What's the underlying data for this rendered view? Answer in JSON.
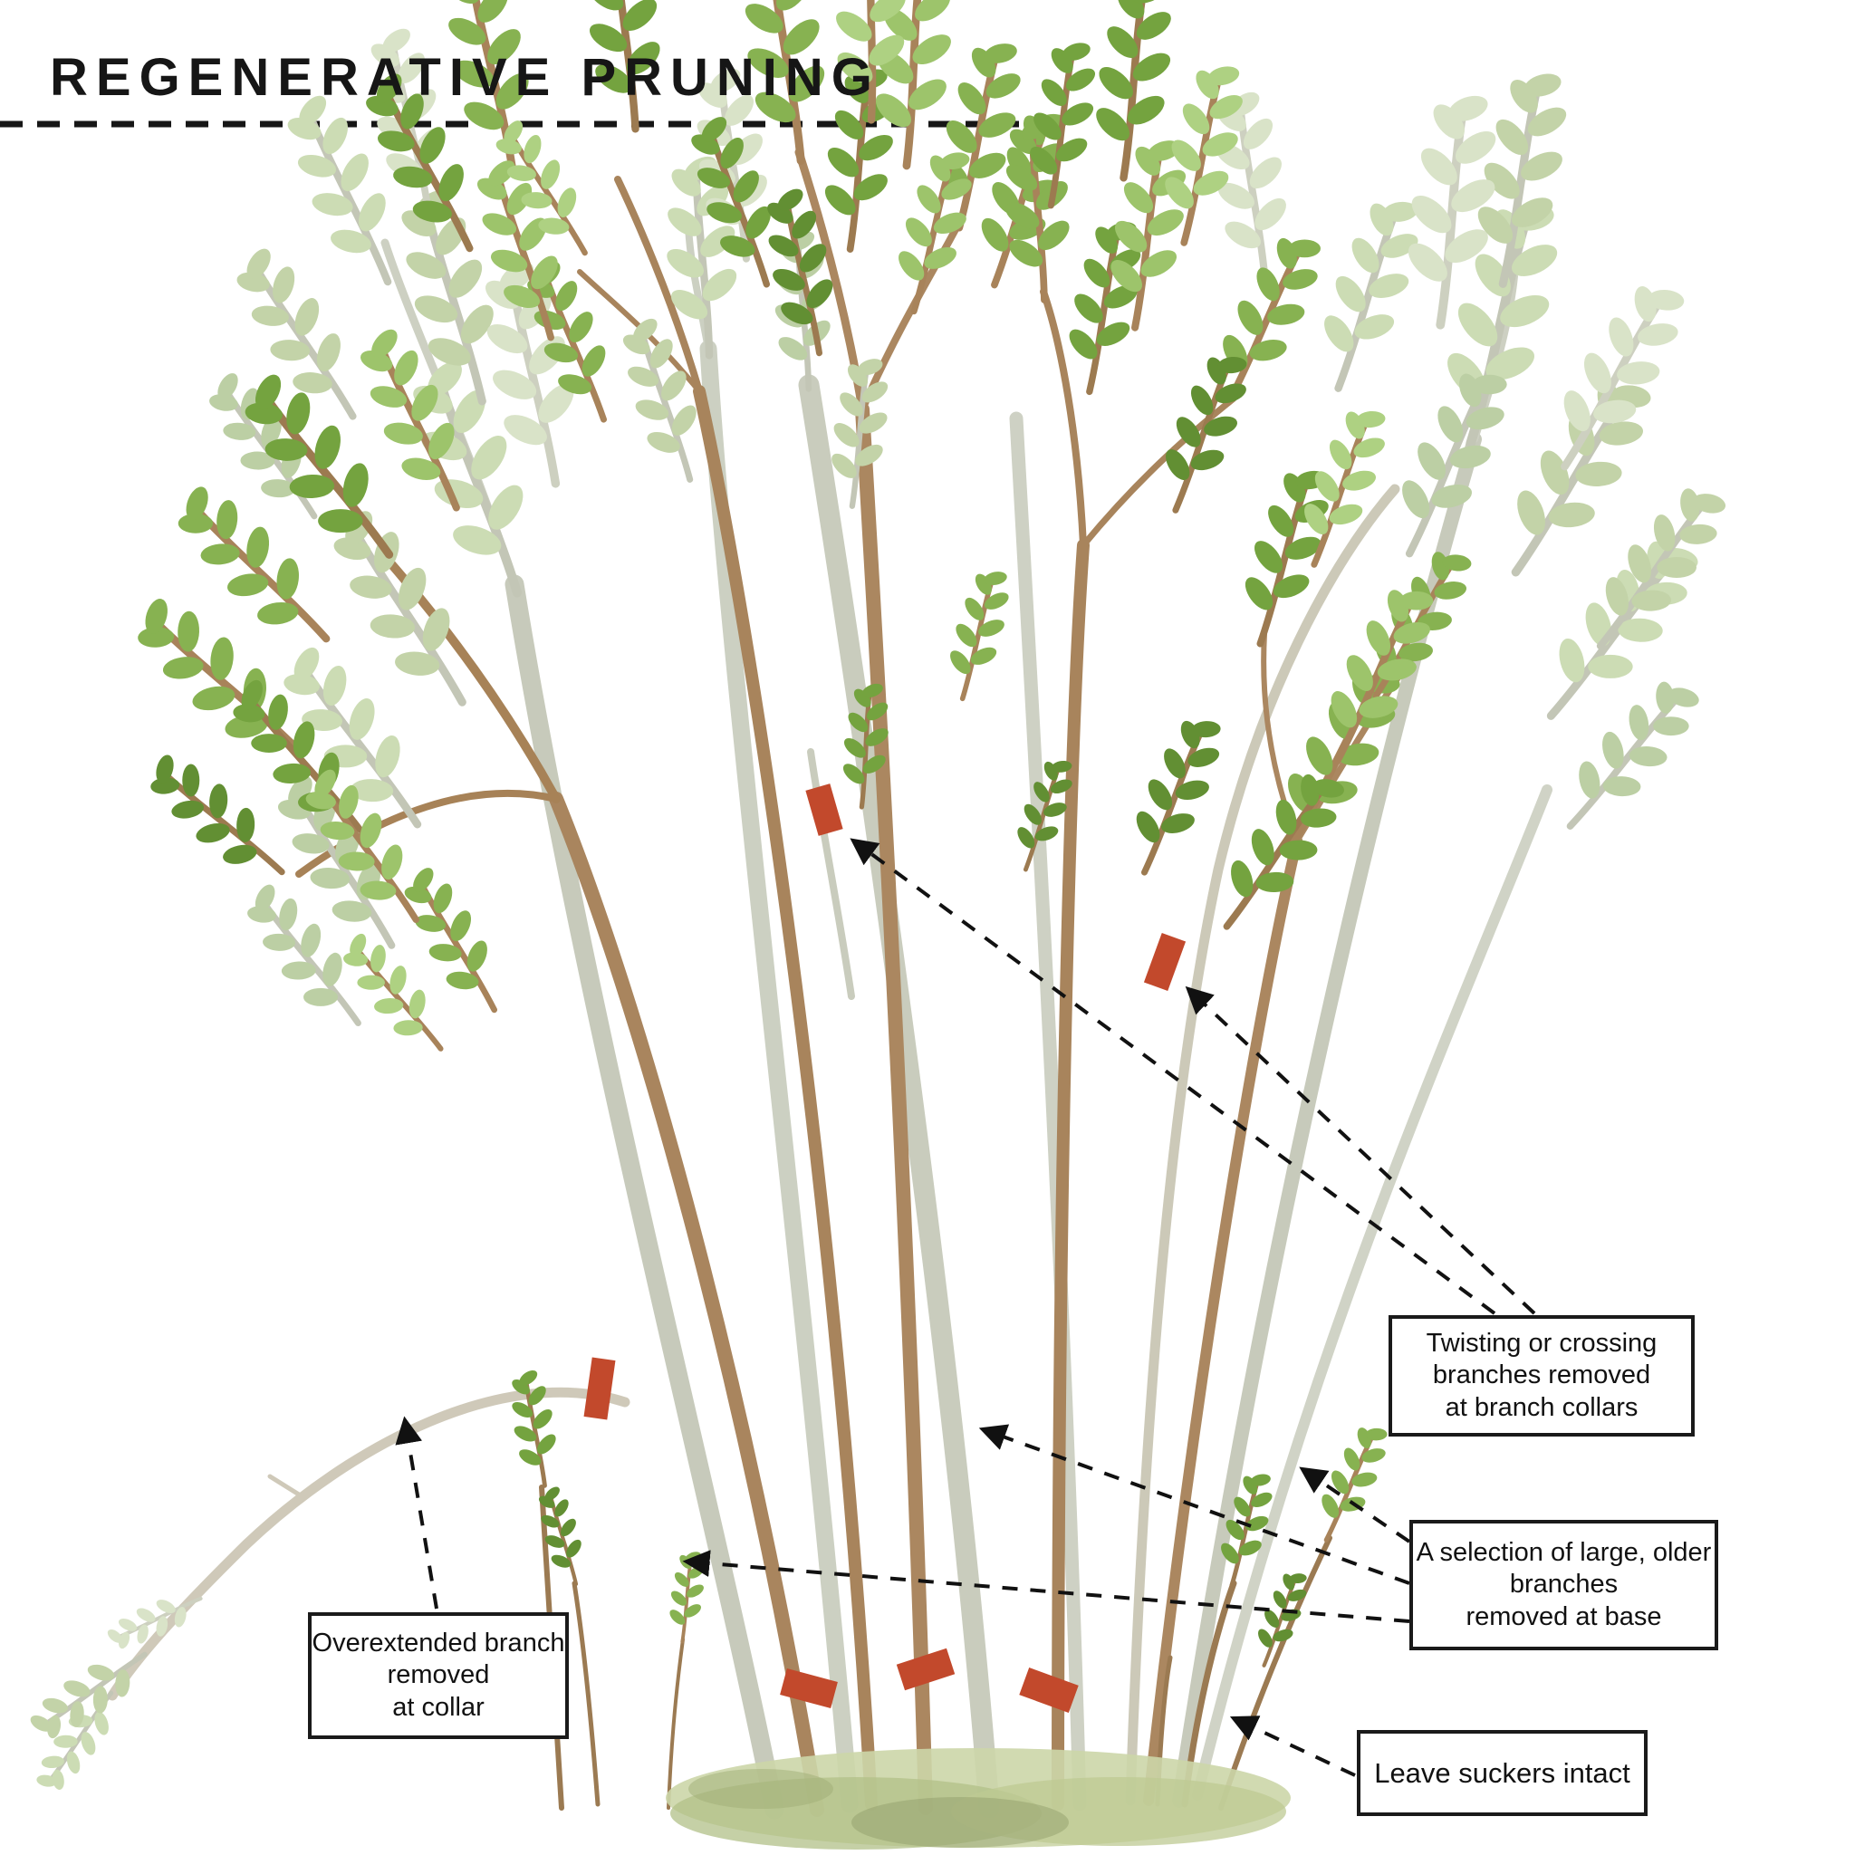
{
  "title": "REGENERATIVE PRUNING",
  "labels": {
    "overextended": "Overextended branch\nremoved\nat collar",
    "twisting": "Twisting or crossing\nbranches removed\nat branch collars",
    "selection": "A selection of large, older\nbranches\nremoved at base",
    "suckers": "Leave suckers intact"
  },
  "colors": {
    "cut_mark": "#c2492c",
    "keep_stem_brown": "#a9855e",
    "remove_stem_gray": "#c7cabb",
    "leaf_vivid_green": "#8ab554",
    "leaf_pale_green": "#ccdcb4",
    "ground_moss": "#c0cc96",
    "ink": "#111111"
  }
}
